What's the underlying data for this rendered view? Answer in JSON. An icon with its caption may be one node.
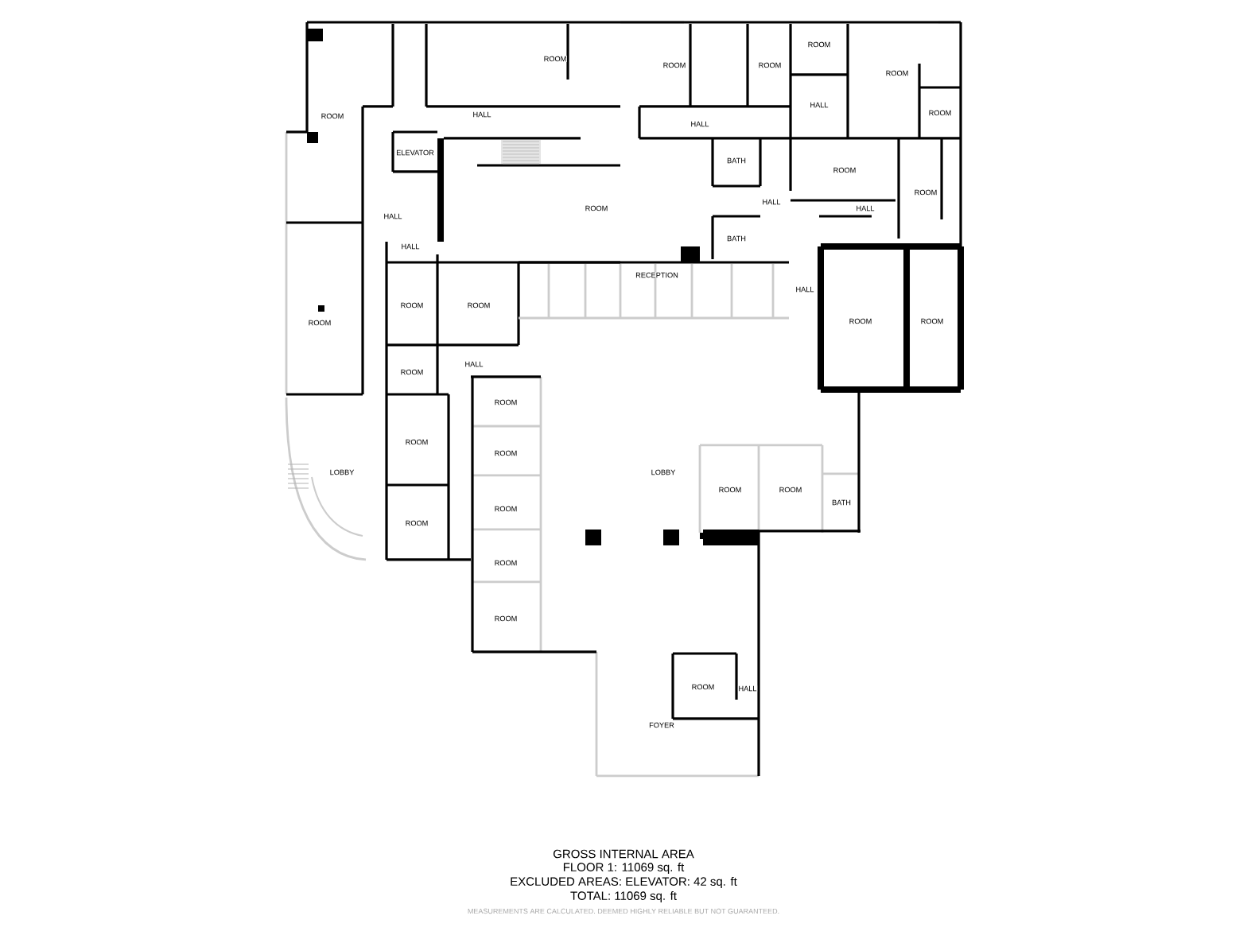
{
  "diagram": {
    "nodes": [
      {
        "text": [
          "ROOM"
        ]
      },
      {
        "text": [
          "ROOM"
        ]
      },
      {
        "text": [
          "HALL"
        ]
      },
      {
        "text": [
          "ELEVATOR"
        ]
      },
      {
        "text": [
          "HALL"
        ]
      },
      {
        "text": [
          "ROOM"
        ]
      },
      {
        "text": [
          "HALL"
        ]
      },
      {
        "text": [
          "ROOM"
        ]
      },
      {
        "text": [
          "ROOM"
        ]
      },
      {
        "text": [
          "ROOM"
        ]
      },
      {
        "text": [
          "HALL"
        ]
      },
      {
        "text": [
          "ROOM"
        ]
      },
      {
        "text": [
          "ROOM"
        ]
      },
      {
        "text": [
          "HALL"
        ]
      },
      {
        "text": [
          "BATH"
        ]
      },
      {
        "text": [
          "ROOM"
        ]
      },
      {
        "text": [
          "HALL"
        ]
      },
      {
        "text": [
          "ROOM"
        ]
      },
      {
        "text": [
          "HALL"
        ]
      },
      {
        "text": [
          "BATH"
        ]
      },
      {
        "text": [
          "RECEPTION"
        ]
      },
      {
        "text": [
          "HALL"
        ]
      },
      {
        "text": [
          "ROOM"
        ]
      },
      {
        "text": [
          "ROOM"
        ]
      },
      {
        "text": [
          "ROOM"
        ]
      },
      {
        "text": [
          "ROOM"
        ]
      },
      {
        "text": [
          "ROOM"
        ]
      },
      {
        "text": [
          "HALL"
        ]
      },
      {
        "text": [
          "ROOM"
        ]
      },
      {
        "text": [
          "ROOM"
        ]
      },
      {
        "text": [
          "ROOM"
        ]
      },
      {
        "text": [
          "ROOM"
        ]
      },
      {
        "text": [
          "LOBBY"
        ]
      },
      {
        "text": [
          "ROOM"
        ]
      },
      {
        "text": [
          "LOBBY"
        ]
      },
      {
        "text": [
          "ROOM"
        ]
      },
      {
        "text": [
          "ROOM"
        ]
      },
      {
        "text": [
          "BATH"
        ]
      },
      {
        "text": [
          "ROOM"
        ]
      },
      {
        "text": [
          "ROOM"
        ]
      },
      {
        "text": [
          "ROOM"
        ]
      },
      {
        "text": [
          "ROOM"
        ]
      },
      {
        "text": [
          "HALL"
        ]
      },
      {
        "text": [
          "FOYER"
        ]
      }
    ],
    "labels": [
      "GROSS INTERNAL AREA",
      "FLOOR 1: 11069 sq. ft",
      "EXCLUDED AREAS: ELEVATOR: 42 sq. ft",
      "TOTAL: 11069 sq. ft",
      "MEASUREMENTS ARE CALCULATED. DEEMED HIGHLY RELIABLE BUT NOT GUARANTEED."
    ]
  }
}
